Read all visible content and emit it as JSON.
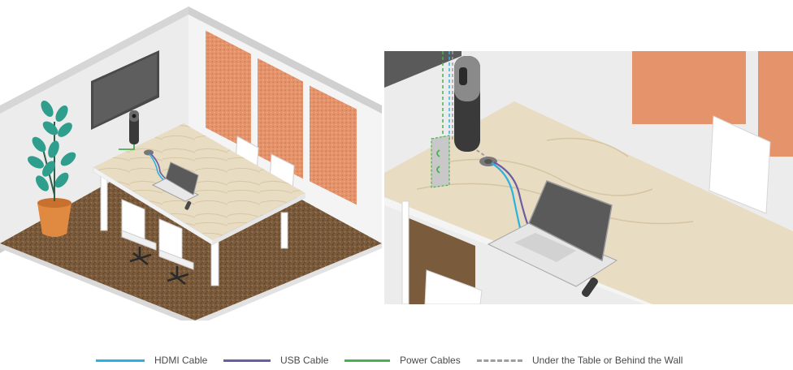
{
  "legend": {
    "hdmi": {
      "label": "HDMI Cable",
      "color": "#2bb3e0"
    },
    "usb": {
      "label": "USB Cable",
      "color": "#6c5ba6"
    },
    "power": {
      "label": "Power Cables",
      "color": "#4caf50"
    },
    "hidden": {
      "label": "Under the Table or Behind the Wall",
      "color": "#9e9e9e"
    }
  }
}
